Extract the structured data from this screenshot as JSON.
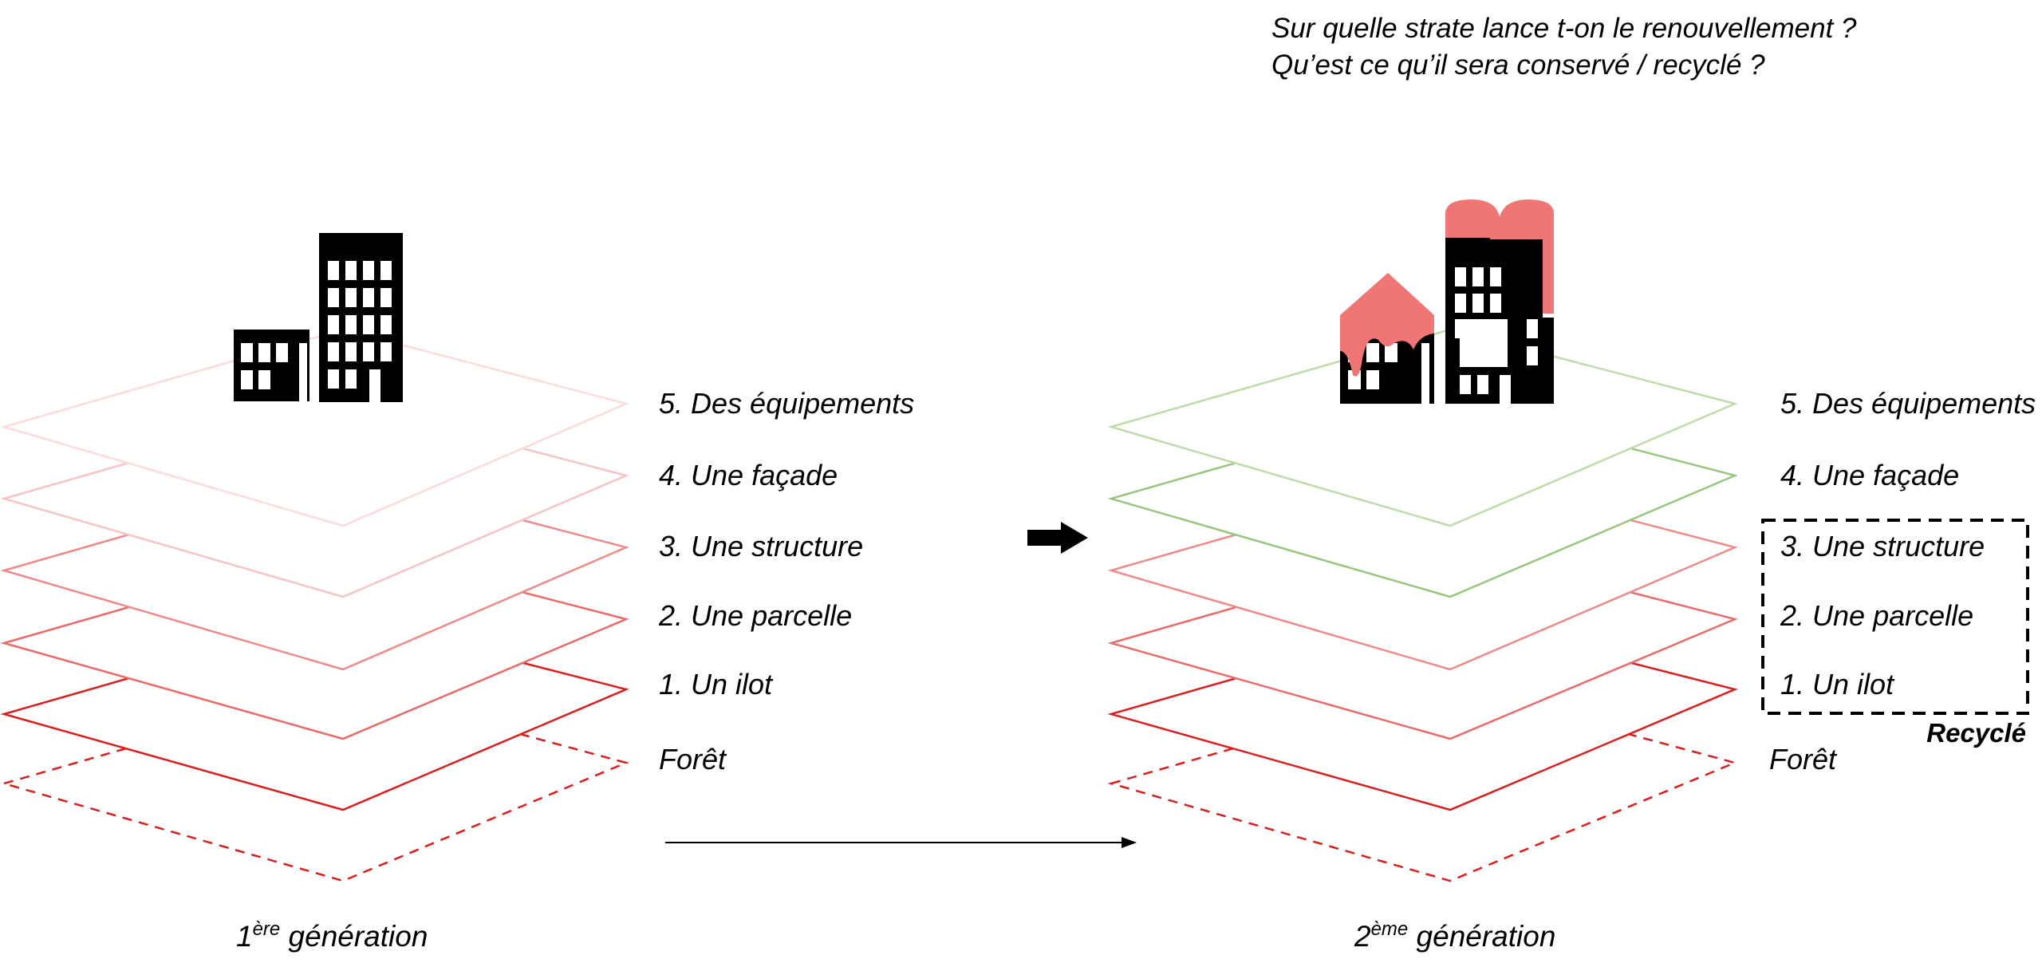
{
  "questions": [
    "Sur quelle strate lance t-on le renouvellement ?",
    "Qu’est ce qu’il sera conservé / recyclé ?"
  ],
  "layers": [
    "5. Des équipements",
    "4. Une façade",
    "3. Une structure",
    "2. Une parcelle",
    "1. Un ilot",
    "Forêt"
  ],
  "generations": {
    "first": {
      "prefix": "1",
      "sup": "ère",
      "suffix": " génération"
    },
    "second": {
      "prefix": "2",
      "sup": "ème",
      "suffix": " génération"
    }
  },
  "recycled_label": "Recyclé",
  "colors": {
    "forest": "#d81e1e",
    "layer1": "#d81e1e",
    "layer2": "#ea6a6a",
    "layer3": "#ee8a8a",
    "layer4_first": "#f6c4c4",
    "layer5_first": "#fbdcdc",
    "layer4_second": "#98c67f",
    "layer5_second": "#bddca9",
    "building_damage": "#f07575",
    "ink": "#000000"
  },
  "icons": {
    "buildings_first": "buildings-icon",
    "buildings_second": "damaged-buildings-icon",
    "transition_arrow": "arrow-right-icon"
  }
}
